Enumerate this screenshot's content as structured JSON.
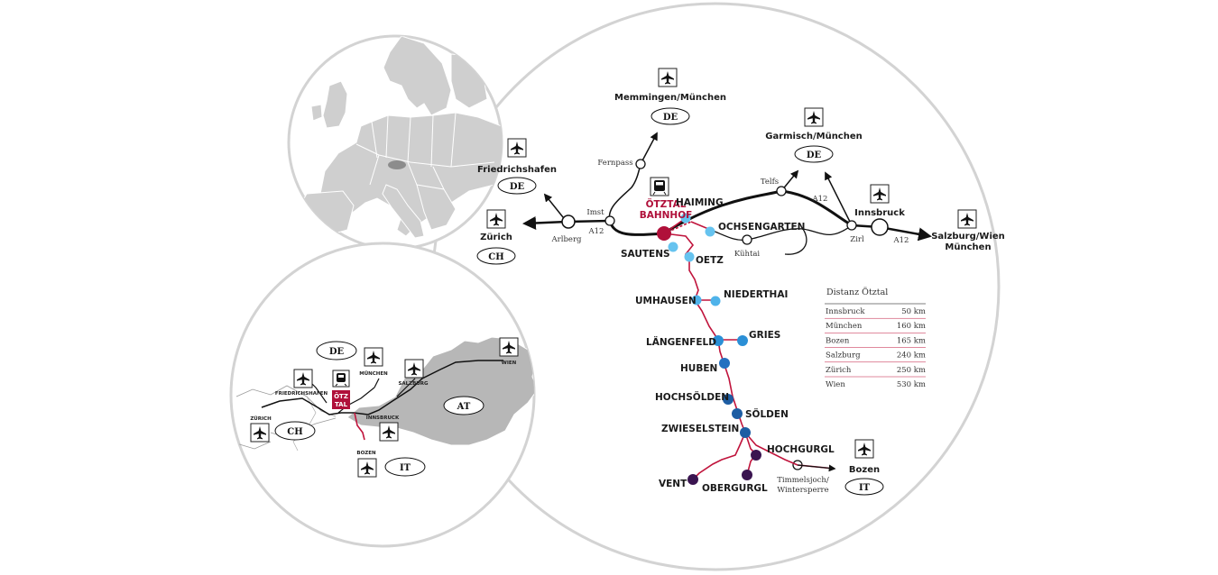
{
  "countries": {
    "de": "DE",
    "ch": "CH",
    "it": "IT",
    "at": "AT"
  },
  "big": {
    "station": [
      "ÖTZTAL",
      "BAHNHOF"
    ],
    "destinations": {
      "memmingen": "Memmingen/München",
      "friedrichshafen": "Friedrichshafen",
      "zuerich": "Zürich",
      "garmisch": "Garmisch/München",
      "innsbruck": "Innsbruck",
      "salzburg": [
        "Salzburg/Wien",
        "München"
      ],
      "bozen": "Bozen"
    },
    "places": {
      "fernpass": "Fernpass",
      "imst": "Imst",
      "arlberg": "Arlberg",
      "a12_left": "A12",
      "telfs": "Telfs",
      "a12_mid": "A12",
      "zirl": "Zirl",
      "a12_right": "A12",
      "kuehtai": "Kühtai",
      "timmelsjoch": [
        "Timmelsjoch/",
        "Wintersperre"
      ]
    },
    "towns": {
      "haiming": "HAIMING",
      "ochsengarten": "OCHSENGARTEN",
      "sautens": "SAUTENS",
      "oetz": "OETZ",
      "umhausen": "UMHAUSEN",
      "niederthai": "NIEDERTHAI",
      "laengenfeld": "LÄNGENFELD",
      "gries": "GRIES",
      "huben": "HUBEN",
      "hochsoelden": "HOCHSÖLDEN",
      "soelden": "SÖLDEN",
      "zwieselstein": "ZWIESELSTEIN",
      "hochgurgl": "HOCHGURGL",
      "vent": "VENT",
      "obergurgl": "OBERGURGL"
    }
  },
  "distance": {
    "title": "Distanz Ötztal",
    "rows": [
      {
        "place": "Innsbruck",
        "km": "50 km"
      },
      {
        "place": "München",
        "km": "160 km"
      },
      {
        "place": "Bozen",
        "km": "165 km"
      },
      {
        "place": "Salzburg",
        "km": "240 km"
      },
      {
        "place": "Zürich",
        "km": "250 km"
      },
      {
        "place": "Wien",
        "km": "530 km"
      }
    ]
  },
  "small": {
    "station": [
      "ÖTZ",
      "TAL"
    ],
    "labels": {
      "muenchen": "MÜNCHEN",
      "friedrichshafen": "FRIEDRICHSHAFEN",
      "salzburg": "SALZBURG",
      "wien": "WIEN",
      "zuerich": "ZÜRICH",
      "innsbruck": "INNSBRUCK",
      "bozen": "BOZEN"
    }
  },
  "colors": {
    "route": "#c0143c",
    "road": "#111111",
    "circle": "#d0d0d0",
    "land": "#c8c8c8",
    "austria": "#b5b5b5",
    "dot_light": "#66c3ef",
    "dot_mid": "#2a8fd6",
    "dot_dark": "#1d5da3",
    "dot_purple": "#3a1450",
    "station": "#b0103a"
  }
}
